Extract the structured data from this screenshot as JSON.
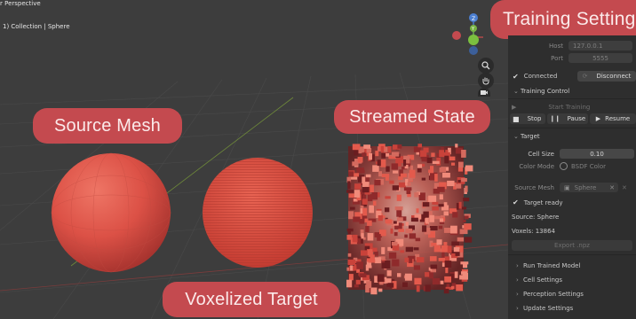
{
  "viewport": {
    "mode": "r Perspective",
    "collection": "1) Collection | Sphere"
  },
  "gizmo": {
    "z_label": "Z",
    "y_label": "Y"
  },
  "callouts": {
    "source": "Source Mesh",
    "voxelized": "Voxelized Target",
    "streamed": "Streamed State",
    "training": "Training Settings"
  },
  "panel": {
    "host_label": "Host",
    "host_value": "127.0.0.1",
    "port_label": "Port",
    "port_value": "5555",
    "connected": "Connected",
    "disconnect": "Disconnect",
    "training_control": "Training Control",
    "start_training": "Start Training",
    "stop": "Stop",
    "pause": "Pause",
    "resume": "Resume",
    "target": "Target",
    "cell_size_label": "Cell Size",
    "cell_size_value": "0.10",
    "color_mode_label": "Color Mode",
    "color_mode_value": "BSDF Color",
    "source_mesh_label": "Source Mesh",
    "source_mesh_value": "Sphere",
    "target_ready": "Target ready",
    "source_line": "Source: Sphere",
    "voxels_line": "Voxels: 13864",
    "export": "Export .npz",
    "run_trained_model": "Run Trained Model",
    "cell_settings": "Cell Settings",
    "perception_settings": "Perception Settings",
    "update_settings": "Update Settings"
  },
  "colors": {
    "accent": "#c44a4f",
    "panel_bg": "#2e2e2e",
    "viewport_bg": "#3d3d3d",
    "mesh": "#e0564a"
  }
}
